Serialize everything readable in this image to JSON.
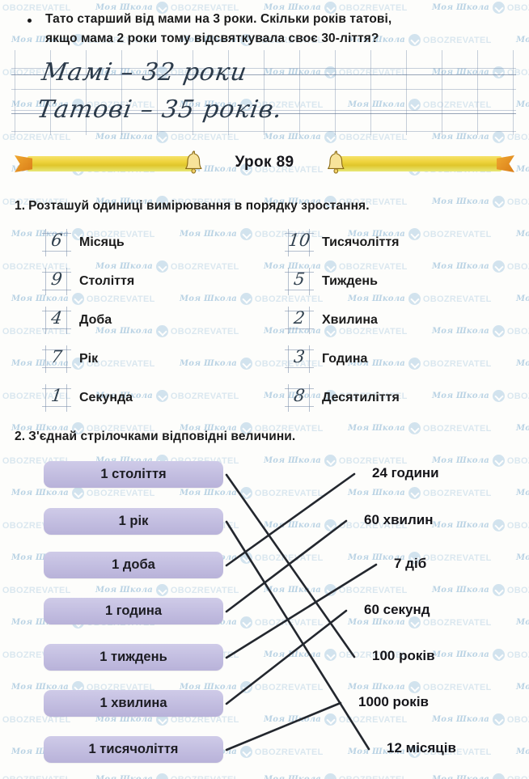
{
  "page": {
    "background_color": "#fdfdfb"
  },
  "problem": {
    "bullet": "•",
    "line1": "Тато старший від мами на 3 роки. Скільки років татові,",
    "line2": "якщо мама 2 роки тому відсвяткувала своє 30-ліття?"
  },
  "handwritten_answer": {
    "line1": "Мамі – 32 роки",
    "line2": "Татові – 35 років."
  },
  "lesson_banner": {
    "title": "Урок 89",
    "bell_icon_left": "bell-icon",
    "bell_icon_right": "bell-icon",
    "ribbon_color": "#efd43f",
    "ribbon_tip_color": "#e08f20"
  },
  "exercise1": {
    "number": "1.",
    "heading": "Розташуй одиниці вимірювання в порядку зростання.",
    "left_column": [
      {
        "answer": "6",
        "label": "Місяць"
      },
      {
        "answer": "9",
        "label": "Століття"
      },
      {
        "answer": "4",
        "label": "Доба"
      },
      {
        "answer": "7",
        "label": "Рік"
      },
      {
        "answer": "1",
        "label": "Секунда"
      }
    ],
    "right_column": [
      {
        "answer": "10",
        "label": "Тисячоліття"
      },
      {
        "answer": "5",
        "label": "Тиждень"
      },
      {
        "answer": "2",
        "label": "Хвилина"
      },
      {
        "answer": "3",
        "label": "Година"
      },
      {
        "answer": "8",
        "label": "Десятиліття"
      }
    ]
  },
  "exercise2": {
    "number": "2.",
    "heading": "З'єднай стрілочками відповідні величини.",
    "chip_color": "#c2bde0",
    "left_items": [
      {
        "label": "1 століття"
      },
      {
        "label": "1 рік"
      },
      {
        "label": "1 доба"
      },
      {
        "label": "1 година"
      },
      {
        "label": "1 тиждень"
      },
      {
        "label": "1 хвилина"
      },
      {
        "label": "1 тисячоліття"
      }
    ],
    "right_items": [
      {
        "label": "24 години"
      },
      {
        "label": "60 хвилин"
      },
      {
        "label": "7 діб"
      },
      {
        "label": "60 секунд"
      },
      {
        "label": "100 років"
      },
      {
        "label": "1000 років"
      },
      {
        "label": "12 місяців"
      }
    ],
    "connections": [
      {
        "from": 0,
        "to": 4
      },
      {
        "from": 1,
        "to": 6
      },
      {
        "from": 2,
        "to": 0
      },
      {
        "from": 3,
        "to": 1
      },
      {
        "from": 4,
        "to": 2
      },
      {
        "from": 5,
        "to": 3
      },
      {
        "from": 6,
        "to": 5
      }
    ]
  },
  "watermark": {
    "school_text": "Моя Школа",
    "brand_text": "OBOZREVATEL",
    "icon": "circle-arrow-icon",
    "color": "#bcd6e7"
  }
}
